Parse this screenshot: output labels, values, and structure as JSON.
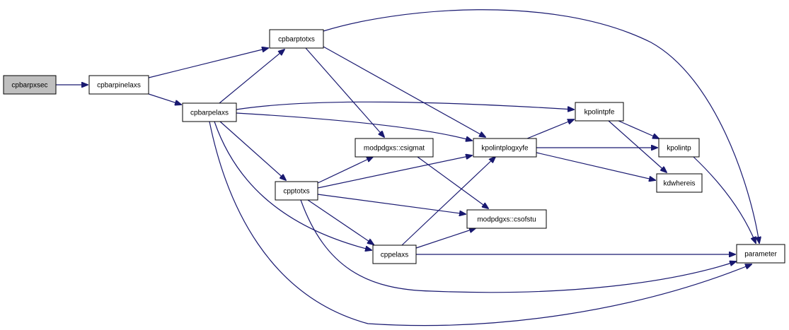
{
  "colors": {
    "edge": "#191970",
    "node_border": "#000000",
    "node_fill": "#ffffff",
    "root_fill": "#bfbfbf"
  },
  "nodes": [
    {
      "id": "cpbarpxsec",
      "label": "cpbarpxsec",
      "root": true
    },
    {
      "id": "cpbarpinelaxs",
      "label": "cpbarpinelaxs"
    },
    {
      "id": "cpbarptotxs",
      "label": "cpbarptotxs"
    },
    {
      "id": "cpbarpelaxs",
      "label": "cpbarpelaxs"
    },
    {
      "id": "modpdgxs_csigmat",
      "label": "modpdgxs::csigmat"
    },
    {
      "id": "cpptotxs",
      "label": "cpptotxs"
    },
    {
      "id": "kpolintplogxyfe",
      "label": "kpolintplogxyfe"
    },
    {
      "id": "kpolintpfe",
      "label": "kpolintpfe"
    },
    {
      "id": "kpolintp",
      "label": "kpolintp"
    },
    {
      "id": "kdwhereis",
      "label": "kdwhereis"
    },
    {
      "id": "modpdgxs_csofstu",
      "label": "modpdgxs::csofstu"
    },
    {
      "id": "cppelaxs",
      "label": "cppelaxs"
    },
    {
      "id": "parameter",
      "label": "parameter"
    }
  ],
  "edges": [
    {
      "from": "cpbarpxsec",
      "to": "cpbarpinelaxs"
    },
    {
      "from": "cpbarpinelaxs",
      "to": "cpbarptotxs"
    },
    {
      "from": "cpbarpinelaxs",
      "to": "cpbarpelaxs"
    },
    {
      "from": "cpbarptotxs",
      "to": "parameter"
    },
    {
      "from": "cpbarptotxs",
      "to": "modpdgxs_csigmat"
    },
    {
      "from": "cpbarptotxs",
      "to": "kpolintplogxyfe"
    },
    {
      "from": "cpbarpelaxs",
      "to": "cpbarptotxs"
    },
    {
      "from": "cpbarpelaxs",
      "to": "kpolintpfe"
    },
    {
      "from": "cpbarpelaxs",
      "to": "kpolintplogxyfe"
    },
    {
      "from": "cpbarpelaxs",
      "to": "cpptotxs"
    },
    {
      "from": "cpbarpelaxs",
      "to": "cppelaxs"
    },
    {
      "from": "cpbarpelaxs",
      "to": "parameter"
    },
    {
      "from": "modpdgxs_csigmat",
      "to": "modpdgxs_csofstu"
    },
    {
      "from": "cpptotxs",
      "to": "modpdgxs_csigmat"
    },
    {
      "from": "cpptotxs",
      "to": "kpolintplogxyfe"
    },
    {
      "from": "cpptotxs",
      "to": "modpdgxs_csofstu"
    },
    {
      "from": "cpptotxs",
      "to": "cppelaxs"
    },
    {
      "from": "cpptotxs",
      "to": "parameter"
    },
    {
      "from": "kpolintplogxyfe",
      "to": "kpolintpfe"
    },
    {
      "from": "kpolintplogxyfe",
      "to": "kpolintp"
    },
    {
      "from": "kpolintplogxyfe",
      "to": "kdwhereis"
    },
    {
      "from": "kpolintpfe",
      "to": "kpolintp"
    },
    {
      "from": "kpolintpfe",
      "to": "kdwhereis"
    },
    {
      "from": "kpolintp",
      "to": "parameter"
    },
    {
      "from": "cppelaxs",
      "to": "kpolintplogxyfe"
    },
    {
      "from": "cppelaxs",
      "to": "modpdgxs_csofstu"
    },
    {
      "from": "cppelaxs",
      "to": "parameter"
    }
  ]
}
